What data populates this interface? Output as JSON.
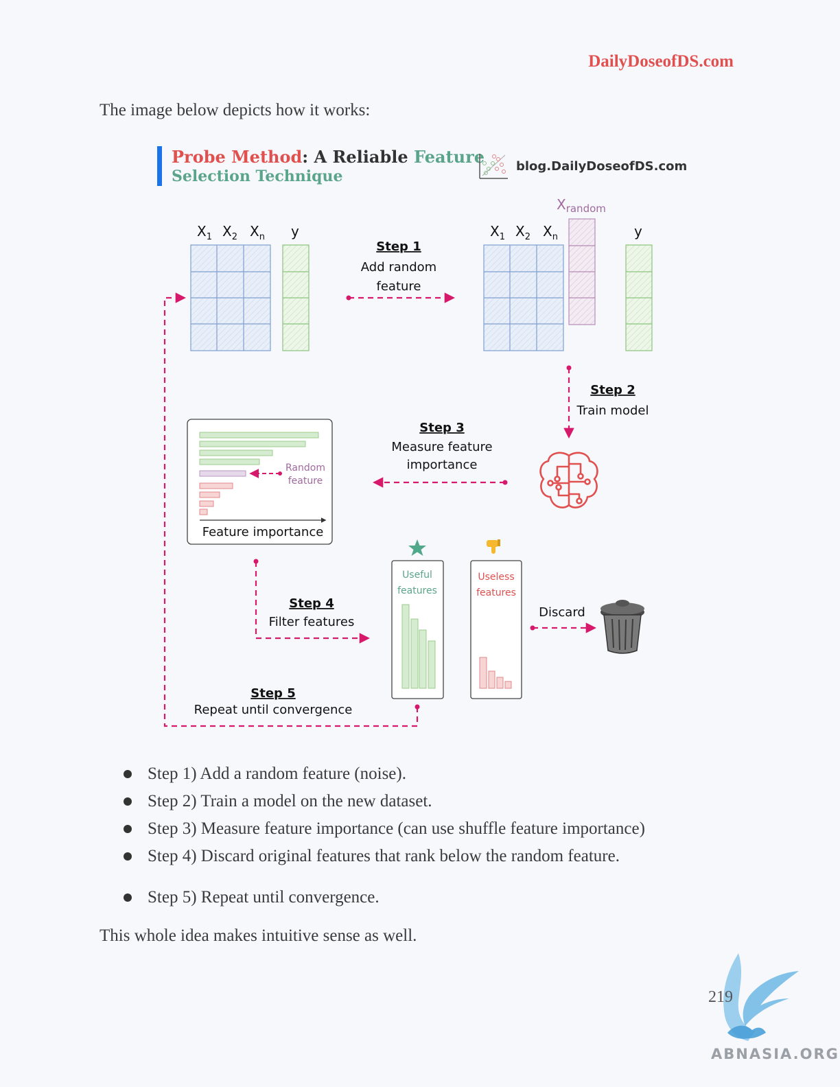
{
  "header": {
    "site": "DailyDoseofDS.com"
  },
  "intro": "The image below depicts how it works:",
  "figure": {
    "title_part1": "Probe Method",
    "title_colon": ":",
    "title_part2": " A Reliable ",
    "title_part3": "Feature",
    "title_line2": "Selection Technique",
    "blog": "blog.DailyDoseofDS.com",
    "cols_left": [
      "X",
      "X",
      "X"
    ],
    "subs_left": [
      "1",
      "2",
      "n"
    ],
    "y_label": "y",
    "x_random": "X",
    "x_random_sub": "random",
    "step1": {
      "title": "Step 1",
      "line1": "Add random",
      "line2": "feature"
    },
    "step2": {
      "title": "Step 2",
      "line1": "Train model"
    },
    "step3": {
      "title": "Step 3",
      "line1": "Measure feature",
      "line2": "importance"
    },
    "step4": {
      "title": "Step 4",
      "line1": "Filter features"
    },
    "step5": {
      "title": "Step 5",
      "line1": "Repeat until convergence"
    },
    "random_feature_l1": "Random",
    "random_feature_l2": "feature",
    "feature_importance": "Feature importance",
    "useful_l1": "Useful",
    "useful_l2": "features",
    "useless_l1": "Useless",
    "useless_l2": "features",
    "discard": "Discard",
    "colors": {
      "red": "#e0504f",
      "green": "#5aa58a",
      "pink": "#d6196a",
      "purple": "#a06aa0"
    }
  },
  "steps": [
    "Step 1) Add a random feature (noise).",
    "Step 2) Train a model on the new dataset.",
    "Step 3) Measure feature importance (can use shuffle feature importance)",
    "Step 4) Discard original features that rank below the random feature.",
    "Step 5) Repeat until convergence."
  ],
  "closing": "This whole idea makes intuitive sense as well.",
  "page_number": "219",
  "watermark": "ABNASIA.ORG"
}
